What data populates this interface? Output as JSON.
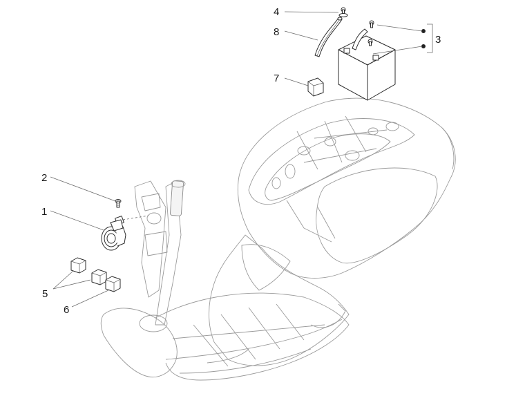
{
  "callouts": {
    "c1": "1",
    "c2": "2",
    "c3": "3",
    "c4": "4",
    "c5": "5",
    "c6": "6",
    "c7": "7",
    "c8": "8"
  },
  "colors": {
    "background": "#ffffff",
    "line": "#2b2b2b",
    "ghost_line": "#9a9a9a",
    "text": "#1a1a1a"
  },
  "icons": [
    "horn-icon",
    "screw-icon",
    "battery-icon",
    "relay-icon",
    "tube-icon",
    "bracket-icon"
  ]
}
